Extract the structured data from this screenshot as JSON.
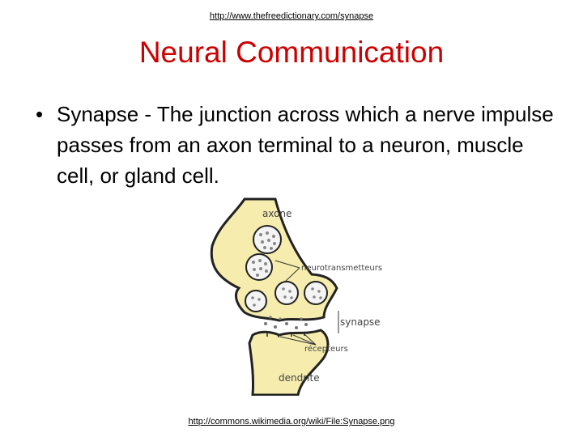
{
  "header": {
    "source_link": "http://www.thefreedictionary.com/synapse",
    "title": "Neural Communication"
  },
  "bullets": [
    {
      "marker": "•",
      "text": "Synapse -  The junction across which a nerve impulse passes from an axon terminal to a neuron, muscle cell, or gland cell."
    }
  ],
  "diagram": {
    "labels": {
      "axone": "axone",
      "neurotransmetteurs": "neurotransmetteurs",
      "synapse": "synapse",
      "recepteurs": "récepteurs",
      "dendrite": "dendrite"
    },
    "colors": {
      "tissue": "#f5ecad",
      "outline": "#222222",
      "vesicle_fill": "#f4f4f4"
    }
  },
  "footer": {
    "source_link": "http://commons.wikimedia.org/wiki/File:Synapse.png"
  }
}
